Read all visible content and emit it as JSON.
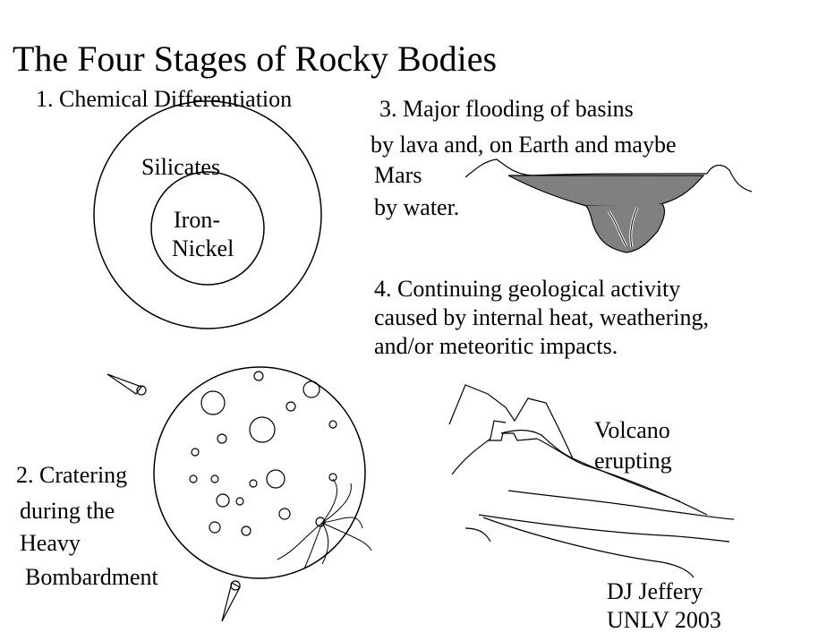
{
  "title": "The Four Stages of Rocky Bodies",
  "stage1": {
    "heading": "1.  Chemical Differentiation",
    "outer_label": "Silicates",
    "inner_label_line1": "Iron-",
    "inner_label_line2": "Nickel"
  },
  "stage2": {
    "line1": "2. Cratering",
    "line2": "during the",
    "line3": "Heavy",
    "line4": "Bombardment"
  },
  "stage3": {
    "line1": "3. Major flooding of basins",
    "line2": "by lava and, on Earth and maybe",
    "line3": "Mars",
    "line4": "by water."
  },
  "stage4": {
    "line1": "4. Continuing geological activity",
    "line2": "caused by internal heat, weathering,",
    "line3": "and/or meteoritic impacts."
  },
  "volcano": {
    "line1": "Volcano",
    "line2": "erupting"
  },
  "credit": {
    "author": "DJ Jeffery",
    "affiliation": "UNLV 2003"
  },
  "colors": {
    "ink": "#000000",
    "lava_fill": "#808080",
    "background": "#ffffff"
  }
}
